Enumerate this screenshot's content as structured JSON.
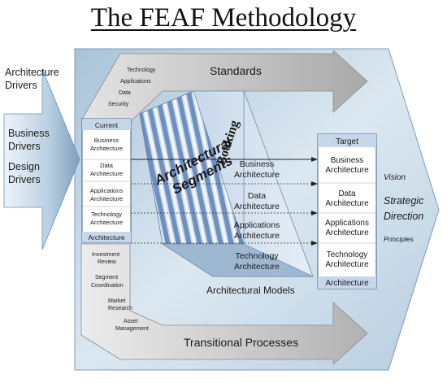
{
  "title": "The FEAF Methodology",
  "drivers": {
    "header": [
      "Architecture",
      "Drivers"
    ],
    "business": [
      "Business",
      "Drivers"
    ],
    "design": [
      "Design",
      "Drivers"
    ]
  },
  "standards": {
    "label": "Standards",
    "items": [
      "Technology",
      "Applications",
      "Data",
      "Security"
    ]
  },
  "transitional": {
    "label": "Transitional Processes",
    "items": [
      [
        "Investment",
        "Review"
      ],
      [
        "Segment",
        "Coordination"
      ],
      [
        "Market",
        "Research"
      ],
      [
        "Asset",
        "Management"
      ]
    ]
  },
  "current": {
    "header": "Current",
    "footer": "Architecture",
    "rows": [
      [
        "Business",
        "Architecture"
      ],
      [
        "Data",
        "Architecture"
      ],
      [
        "Applications",
        "Architecture"
      ],
      [
        "Technology",
        "Architecture"
      ]
    ]
  },
  "target": {
    "header": "Target",
    "footer": "Architecture",
    "rows": [
      [
        "Business",
        "Architecture"
      ],
      [
        "Data",
        "Architecture"
      ],
      [
        "Applications",
        "Architecture"
      ],
      [
        "Technology",
        "Architecture"
      ]
    ]
  },
  "models": {
    "label": "Architectural Models",
    "booking": "Booking",
    "segments": [
      "Architectural",
      "Segments"
    ],
    "rows": [
      [
        "Business",
        "Architecture"
      ],
      [
        "Data",
        "Architecture"
      ],
      [
        "Applications",
        "Architecture"
      ],
      [
        "Technology",
        "Architecture"
      ]
    ]
  },
  "direction": {
    "vision": "Vision",
    "strategic": [
      "Strategic",
      "Direction"
    ],
    "principles": "Principles"
  }
}
